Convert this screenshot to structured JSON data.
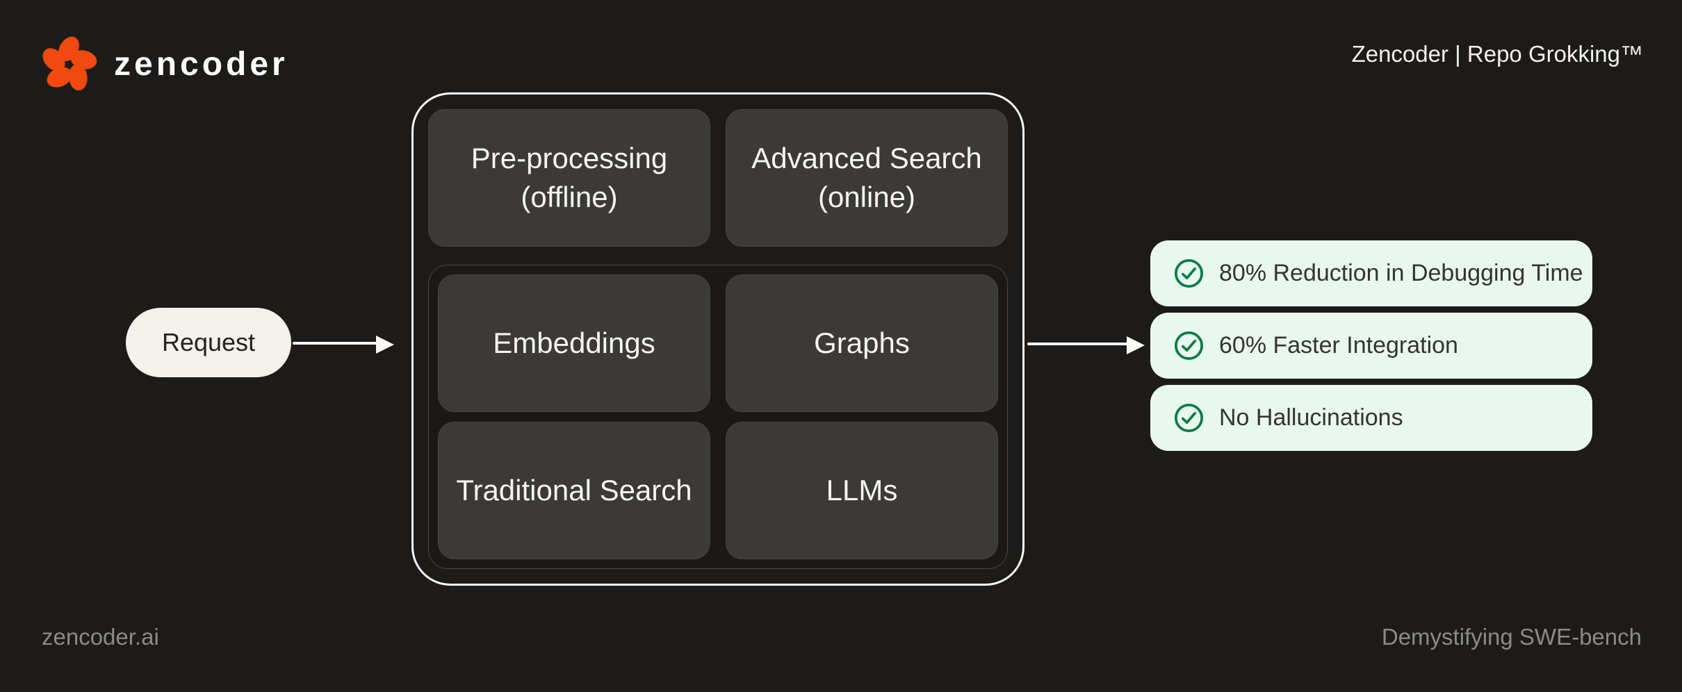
{
  "colors": {
    "background": "#1C1B1A",
    "accent_orange": "#F1490F",
    "panel_border_white": "#FBFAF8",
    "node_fill": "#3B3A38",
    "node_text": "#F6F5F2",
    "request_fill": "#F2F1EA",
    "request_text": "#24231E",
    "badge_fill": "#E9F8EF",
    "badge_text": "#35342F",
    "badge_check_green": "#0B7C44",
    "footer_text": "#8B8A85"
  },
  "header": {
    "logo_text": "zencoder",
    "logo_icon": "zencoder-flower-icon",
    "right_label": "Zencoder | Repo Grokking™"
  },
  "flow": {
    "request_label": "Request",
    "system_box": {
      "top_row": [
        {
          "line1": "Pre-processing",
          "line2": "(offline)"
        },
        {
          "line1": "Advanced Search",
          "line2": "(online)"
        }
      ],
      "inner_grid": [
        {
          "label": "Embeddings"
        },
        {
          "label": "Graphs"
        },
        {
          "label": "Traditional Search"
        },
        {
          "label": "LLMs"
        }
      ]
    },
    "benefits": [
      {
        "label": "80% Reduction in Debugging Time",
        "icon": "check-circle-icon"
      },
      {
        "label": "60% Faster Integration",
        "icon": "check-circle-icon"
      },
      {
        "label": "No Hallucinations",
        "icon": "check-circle-icon"
      }
    ]
  },
  "footer": {
    "left": "zencoder.ai",
    "right": "Demystifying SWE-bench"
  }
}
